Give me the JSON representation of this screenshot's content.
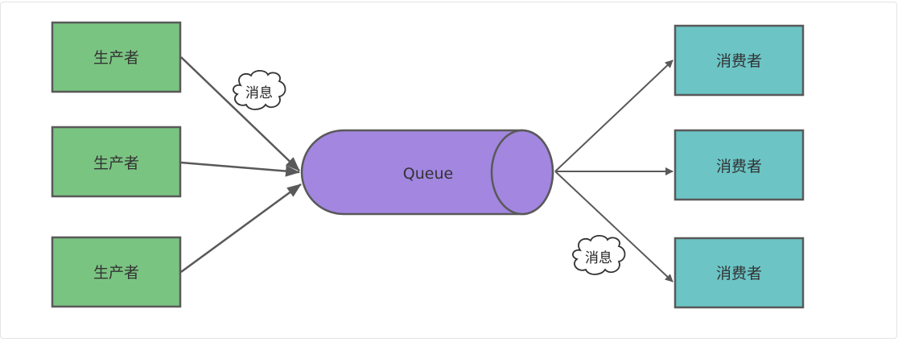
{
  "colors": {
    "producer_fill": "#7ac482",
    "consumer_fill": "#6cc4c5",
    "queue_fill": "#a286e0",
    "stroke": "#595959"
  },
  "producers": [
    {
      "label": "生产者"
    },
    {
      "label": "生产者"
    },
    {
      "label": "生产者"
    }
  ],
  "queue": {
    "label": "Queue"
  },
  "consumers": [
    {
      "label": "消费者"
    },
    {
      "label": "消费者"
    },
    {
      "label": "消费者"
    }
  ],
  "messages": [
    {
      "label": "消息"
    },
    {
      "label": "消息"
    }
  ]
}
